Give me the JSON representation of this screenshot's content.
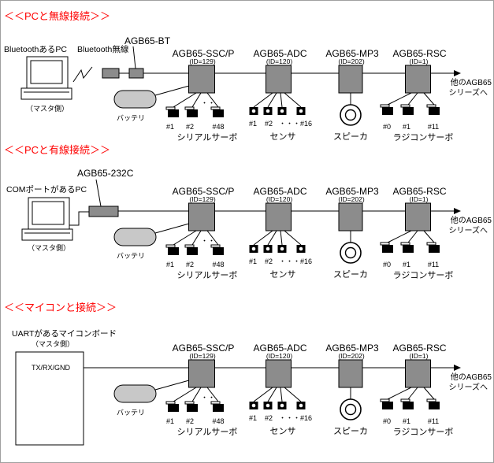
{
  "sections": [
    {
      "title": "＜＜PCと無線接続＞＞",
      "master": {
        "label": "BluetoothあるPC",
        "role": "（マスタ側）"
      },
      "link": {
        "label": "Bluetooth無線"
      },
      "adapter": {
        "label": "AGB65-BT"
      }
    },
    {
      "title": "＜＜PCと有線接続＞＞",
      "master": {
        "label": "COMポートがあるPC",
        "role": "（マスタ側）"
      },
      "adapter": {
        "label": "AGB65-232C"
      }
    },
    {
      "title": "＜＜マイコンと接続＞＞",
      "master": {
        "label": "UARTがあるマイコンボード",
        "role": "（マスタ側）",
        "pins": "TX/RX/GND"
      }
    }
  ],
  "bus": {
    "modules": [
      {
        "name": "AGB65-SSC/P",
        "id": "(ID=129)"
      },
      {
        "name": "AGB65-ADC",
        "id": "(ID=120)"
      },
      {
        "name": "AGB65-MP3",
        "id": "(ID=202)"
      },
      {
        "name": "AGB65-RSC",
        "id": "(ID=1)"
      }
    ],
    "onward": {
      "line1": "他のAGB65",
      "line2": "シリーズへ"
    },
    "battery": {
      "label": "バッテリ"
    },
    "serial_servos": {
      "labels": [
        "#1",
        "#2",
        "#48"
      ],
      "ellipsis": "・・",
      "caption": "シリアルサーボ"
    },
    "sensors": {
      "labels": [
        "#1",
        "#2",
        "・・・#16"
      ],
      "caption": "センサ"
    },
    "speaker": {
      "caption": "スピーカ"
    },
    "rc_servos": {
      "labels": [
        "#0",
        "#1",
        "#11"
      ],
      "caption": "ラジコンサーボ"
    }
  },
  "colors": {
    "title": "#ff0000",
    "module_fill": "#8c8c8c",
    "battery_fill": "#c8c8c8",
    "line": "#000000"
  }
}
